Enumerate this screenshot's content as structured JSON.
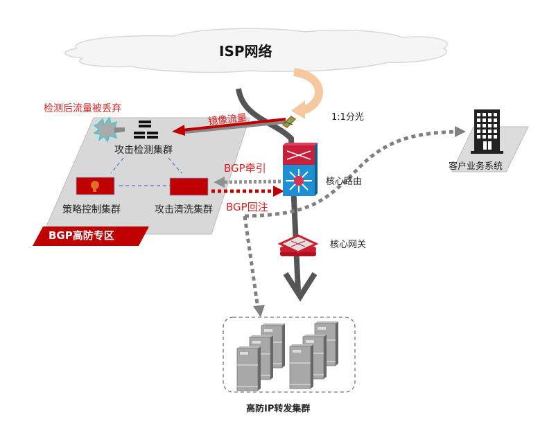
{
  "cloud": {
    "label": "ISP网络"
  },
  "zone": {
    "label": "BGP高防专区",
    "color": "#c00000"
  },
  "nodes": {
    "detect": "攻击检测集群",
    "policy": "策略控制集群",
    "clean": "攻击清洗集群",
    "core_router": "核心路由",
    "core_gateway": "核心网关",
    "customer": "客户业务系统",
    "forward_cluster": "高防IP转发集群"
  },
  "annotations": {
    "dropped": "检测后流量被丢弃",
    "mirror": "镜像流量",
    "splitter": "1:1分光",
    "bgp_divert": "BGP牵引",
    "bgp_reinject": "BGP回注"
  },
  "colors": {
    "accent_red": "#c00000",
    "annotation_red": "#e02020",
    "flow_gray": "#555555",
    "dotted_gray": "#808080",
    "switch_blue": "#1e8fd0",
    "splitter_orange": "#f5c8a0",
    "burst_cyan": "#40c8d0"
  }
}
